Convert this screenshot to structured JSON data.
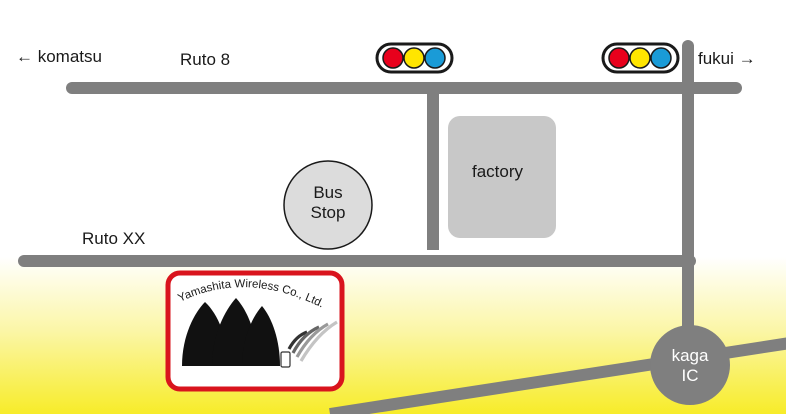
{
  "directions": {
    "west": "← komatsu",
    "east": "fukui →"
  },
  "roads": {
    "upper": "Ruto 8",
    "lower": "Ruto XX"
  },
  "landmarks": {
    "bus_stop": [
      "Bus",
      "Stop"
    ],
    "factory": "factory",
    "interchange": [
      "kaga",
      "IC"
    ]
  },
  "company": {
    "name": "Yamashita Wireless Co., Ltd."
  },
  "traffic_light_colors": [
    "#e8001c",
    "#ffe500",
    "#1a9bd7"
  ],
  "colors": {
    "road": "#7f7f7f",
    "bus_stop_fill": "#dcdcdc",
    "factory_fill": "#c8c8c8",
    "highlight_border": "#d9141d",
    "background_top": "#ffffff",
    "background_bottom": "#f7ec29"
  }
}
